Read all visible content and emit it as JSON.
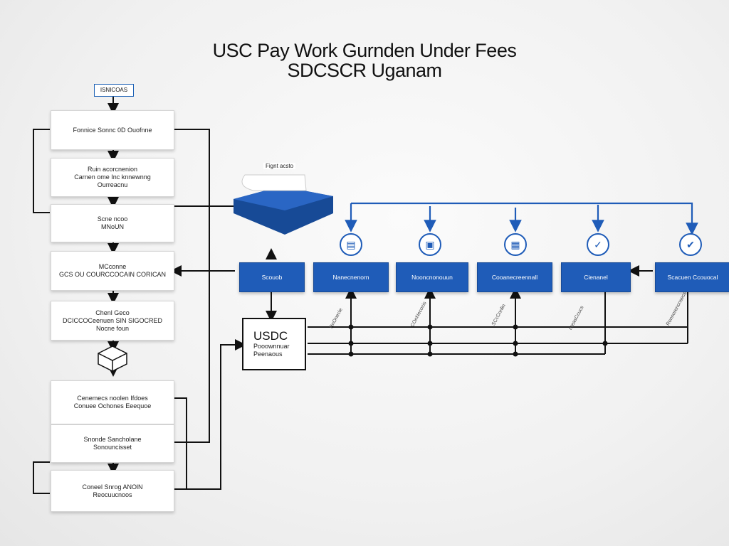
{
  "title": {
    "line1": "USC Pay Work Gurnden Under Fees",
    "line2": "SDCSCR Uganam"
  },
  "top_tag": "ISNICOAS",
  "left_boxes": [
    {
      "lines": [
        "Fonnice Sonnc 0D Ouofnne"
      ]
    },
    {
      "lines": [
        "Ruin acorcnenion",
        "Carnen ome Inc knnewnng",
        "Ourreacnu"
      ]
    },
    {
      "lines": [
        "Scne ncoo",
        "MNoUN"
      ]
    },
    {
      "lines": [
        "MCconne",
        "GCS OU COURCCOCAIN CORICAN"
      ]
    },
    {
      "lines": [
        "Chenl Geco",
        "DCICCOCeenuen SIN SIGOCRED",
        "Nocne foun"
      ]
    },
    {
      "lines": [
        "Cenemecs noolen Ifdoes",
        "Conuee Ochones Eeequoe"
      ]
    },
    {
      "lines": [
        "Snonde Sancholane",
        "Sonouncisset"
      ]
    },
    {
      "lines": [
        "Coneel Snrog ANOlN",
        "Reocuucnoos"
      ]
    }
  ],
  "fee_label": "Fignt acsto",
  "usdc_box": {
    "title": "USDC",
    "line1": "Pooownnuar",
    "line2": "Peenaous"
  },
  "blue_row": [
    {
      "label": "Scouob"
    },
    {
      "label": "Nanecnenorn"
    },
    {
      "label": "Nooncnonouun"
    },
    {
      "label": "Cooanecreennall"
    },
    {
      "label": "Cienanel"
    },
    {
      "label": "Scacuen Ccouocal"
    }
  ],
  "circle_icons": [
    "wallet-icon",
    "card-icon",
    "receipt-icon",
    "check-icon",
    "check-icon"
  ],
  "diag_labels": [
    "RnOnecie",
    "COnNecocis",
    "SCcCnnlin",
    "nreasCcucs",
    "Ronnorencnsecs"
  ],
  "colors": {
    "accent": "#1f5cb8",
    "line": "#111111",
    "background": "#f2f2f2"
  }
}
